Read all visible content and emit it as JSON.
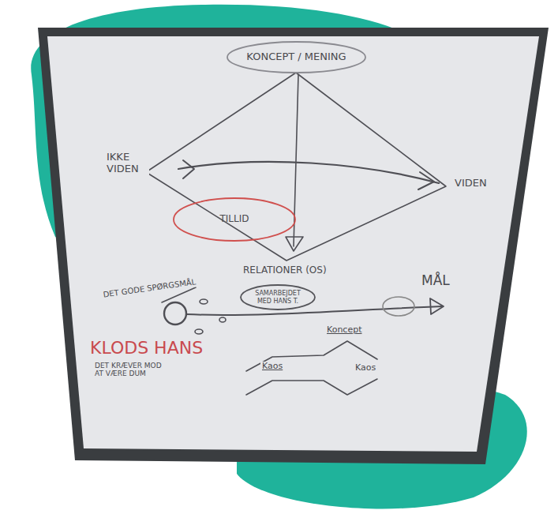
{
  "diagram": {
    "nodes": [
      {
        "text": [
          "KONCEPT / MENING"
        ]
      },
      {
        "text": [
          "TILLID"
        ]
      },
      {
        "text": [
          "SAMARBEJDET MED HANS T."
        ]
      }
    ],
    "labels": [
      "IKKE VIDEN",
      "VIDEN",
      "RELATIONER (OS)",
      "DET GODE SPØRGSMÅL",
      "MÅL",
      "KLODS HANS",
      "DET KRÆVER MOD AT VÆRE DUM",
      "Kaos",
      "Koncept",
      "Kaos"
    ]
  }
}
